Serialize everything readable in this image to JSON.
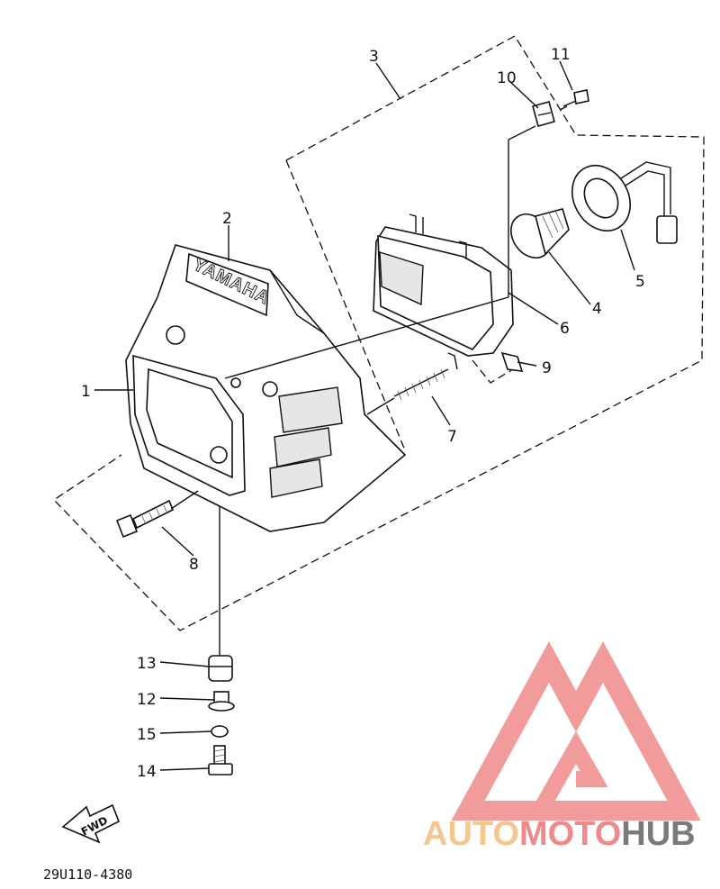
{
  "diagram": {
    "brand_text": "YAMAHA",
    "fwd_label": "FWD",
    "figure_code": "29U110-4380",
    "callouts": [
      "1",
      "2",
      "3",
      "4",
      "5",
      "6",
      "7",
      "8",
      "9",
      "10",
      "11",
      "12",
      "13",
      "14",
      "15"
    ]
  },
  "watermark": {
    "part1": "AUTO",
    "part2": "MOTO",
    "part3": "HUB",
    "color1": "#f5c78f",
    "color2": "#f08a8a",
    "color3": "#7a7a7a"
  }
}
